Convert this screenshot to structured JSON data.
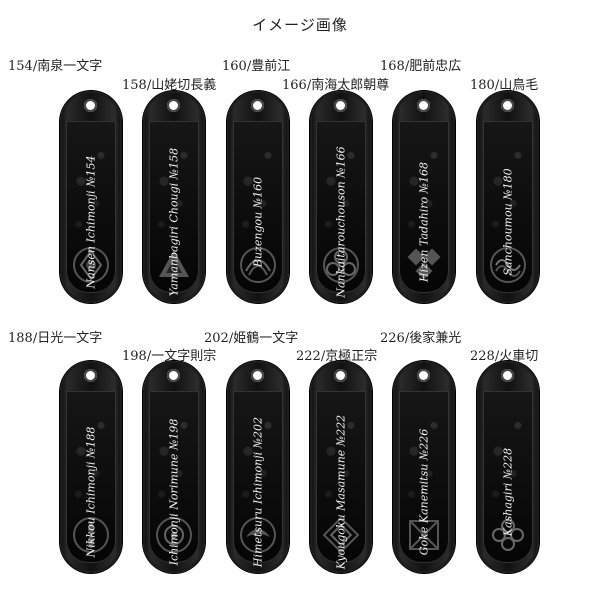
{
  "title": "イメージ画像",
  "row1": [
    {
      "label": "154/南泉一文字",
      "romaji": "Nansen Ichimonji №154"
    },
    {
      "label": "158/山姥切長義",
      "romaji": "Yamanbagiri Chougi №158"
    },
    {
      "label": "160/豊前江",
      "romaji": "Buzengou №160"
    },
    {
      "label": "166/南海太郎朝尊",
      "romaji": "Nankaitarouchouson №166"
    },
    {
      "label": "168/肥前忠広",
      "romaji": "Hizen Tadahiro №168"
    },
    {
      "label": "180/山鳥毛",
      "romaji": "Sanchoumou №180"
    }
  ],
  "row2": [
    {
      "label": "188/日光一文字",
      "romaji": "Nikkou Ichimonji №188"
    },
    {
      "label": "198/一文字則宗",
      "romaji": "Ichimonji Norimune №198"
    },
    {
      "label": "202/姫鶴一文字",
      "romaji": "Himetsuru Ichimonji №202"
    },
    {
      "label": "222/京極正宗",
      "romaji": "Kyougoku Masamune №222"
    },
    {
      "label": "226/後家兼光",
      "romaji": "Goke Kanemitsu №226"
    },
    {
      "label": "228/火車切",
      "romaji": "Kashagiri №228"
    }
  ],
  "icons": {
    "crest": "family-crest-icon",
    "hole": "keychain-hole-icon"
  }
}
